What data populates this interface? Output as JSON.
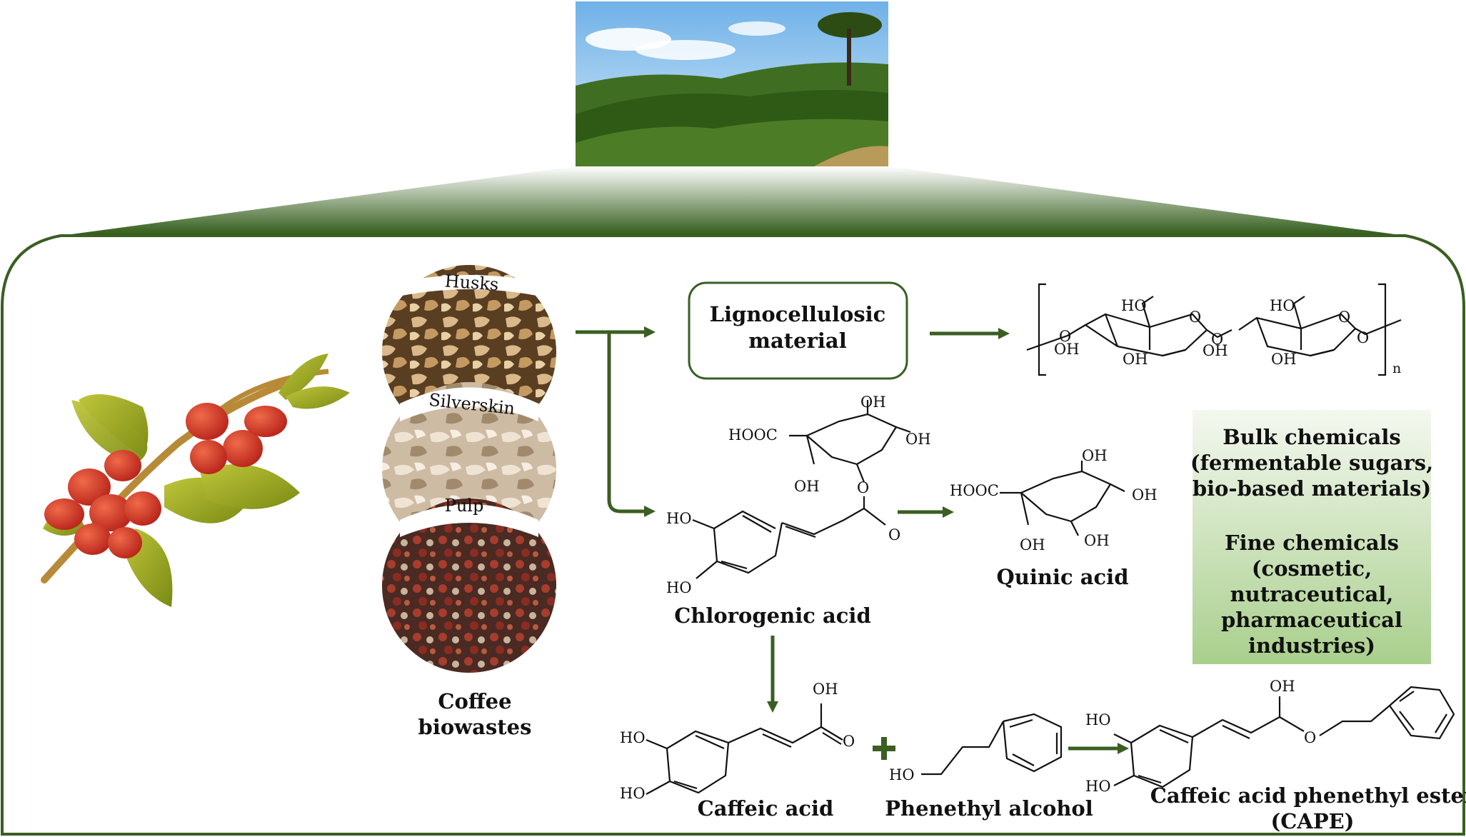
{
  "plantation_photo": "coffee-plantation-hillside",
  "biowastes": {
    "items": [
      "Husks",
      "Silverskin",
      "Pulp"
    ],
    "title_line1": "Coffee",
    "title_line2": "biowastes"
  },
  "lignocellulosic": {
    "line1": "Lignocellulosic",
    "line2": "material"
  },
  "cellulose": {
    "labels": [
      "HO",
      "O",
      "O",
      "OH",
      "OH",
      "O",
      "HO",
      "O",
      "O",
      "OH",
      "OH",
      "O"
    ],
    "repeat_subscript": "n"
  },
  "chlorogenic": {
    "name": "Chlorogenic acid",
    "groups": [
      "OH",
      "HOOC",
      "OH",
      "OH",
      "O",
      "O",
      "HO",
      "HO"
    ]
  },
  "quinic": {
    "name": "Quinic acid",
    "groups": [
      "OH",
      "HOOC",
      "OH",
      "OH",
      "OH"
    ]
  },
  "caffeic": {
    "name": "Caffeic acid",
    "groups": [
      "OH",
      "O",
      "HO",
      "HO"
    ]
  },
  "phenethyl": {
    "name": "Phenethyl alcohol",
    "groups": [
      "HO"
    ]
  },
  "cape": {
    "name_line1": "Caffeic acid phenethyl ester",
    "name_line2": "(CAPE)",
    "groups": [
      "OH",
      "O",
      "HO",
      "HO"
    ]
  },
  "applications": {
    "bulk": [
      "Bulk chemicals",
      "(fermentable sugars,",
      "bio-based materials)"
    ],
    "fine": [
      "Fine chemicals",
      "(cosmetic,",
      "nutraceutical,",
      "pharmaceutical",
      "industries)"
    ]
  },
  "colors": {
    "frame": "#3b5e22",
    "arrow": "#3b5e22",
    "berry": "#d63a26",
    "leaf": "#9aa31a"
  }
}
